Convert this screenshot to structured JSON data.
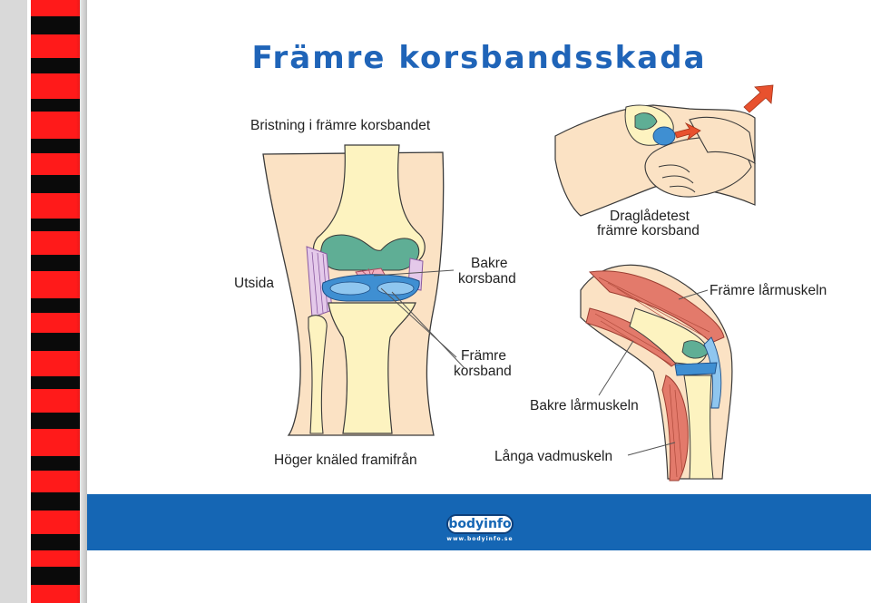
{
  "slide": {
    "title": "Främre korsbandsskada",
    "colors": {
      "title": "#1f64b8",
      "footer": "#1566b4",
      "stripe_red": "#ff1a1a",
      "stripe_black": "#0a0a0a"
    }
  },
  "labels": {
    "rupture": "Bristning i främre korsbandet",
    "outside": "Utsida",
    "pcl_line1": "Bakre",
    "pcl_line2": "korsband",
    "acl_line1": "Främre",
    "acl_line2": "korsband",
    "right_knee_front": "Höger knäled framifrån",
    "drawer_line1": "Draglådetest",
    "drawer_line2": "främre korsband",
    "quadriceps": "Främre lårmuskeln",
    "hamstrings": "Bakre lårmuskeln",
    "calf": "Långa vadmuskeln"
  },
  "footer": {
    "logo": "bodyinfo",
    "url": "www.bodyinfo.se"
  }
}
